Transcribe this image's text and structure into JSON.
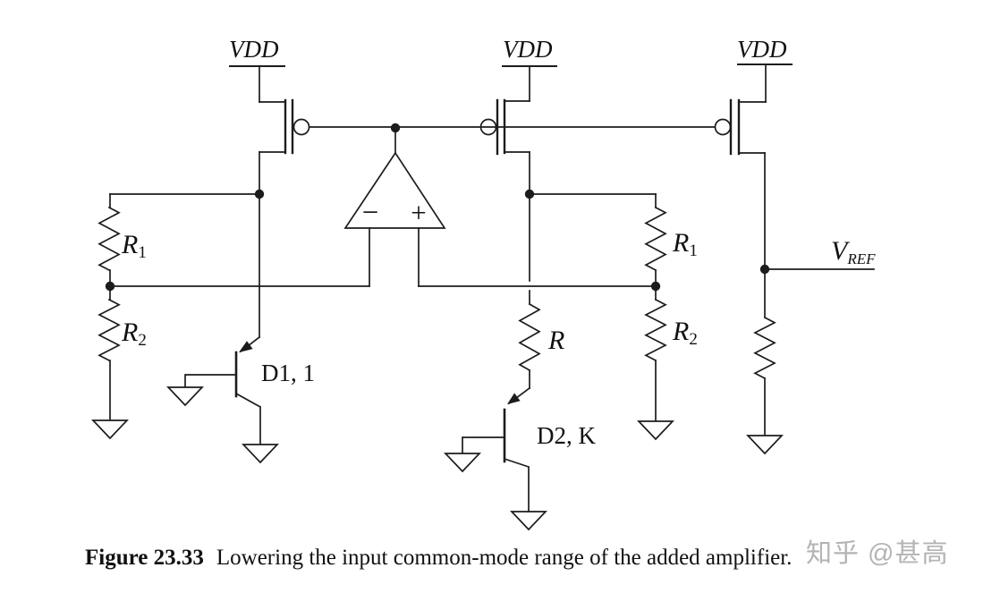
{
  "figure": {
    "type": "circuit-schematic",
    "subject": "Bandgap reference circuit: three PMOS current mirrors from VDD, an op-amp driving their common gate, diode-connected PNPs D1 (area 1) and D2 (area K), resistor R in series with D2, and R1/R2 dividers on both branches feeding the op-amp inputs to lower its input common-mode range; right branch produces VREF across a resistor."
  },
  "labels": {
    "vdd_left": "VDD",
    "vdd_middle": "VDD",
    "vdd_right": "VDD",
    "r1_left_base": "R",
    "r1_left_sub": "1",
    "r2_left_base": "R",
    "r2_left_sub": "2",
    "r_middle": "R",
    "r1_right_base": "R",
    "r1_right_sub": "1",
    "r2_right_base": "R",
    "r2_right_sub": "2",
    "d1": "D1, 1",
    "d2": "D2, K",
    "vref_base": "V",
    "vref_sub": "REF",
    "opamp_minus": "−",
    "opamp_plus": "+"
  },
  "caption": {
    "figure_number": "Figure 23.33",
    "text": "Lowering the input common-mode range of the added amplifier."
  },
  "watermark": "知乎 @甚高",
  "colors": {
    "line": "#1c1c1c",
    "background": "#ffffff",
    "watermark": "#b3b3b3",
    "text": "#111111"
  }
}
